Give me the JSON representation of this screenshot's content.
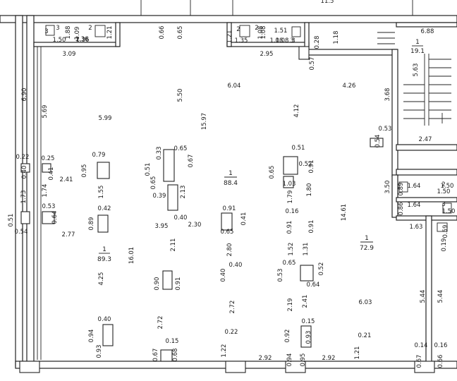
{
  "plan": {
    "rooms": [
      {
        "id": "1",
        "area": "89.3"
      },
      {
        "id": "1",
        "area": "88.4"
      },
      {
        "id": "1",
        "area": "72.9"
      },
      {
        "id": "1",
        "area": "19.1"
      },
      {
        "id": "2",
        "area": "1.09"
      },
      {
        "id": "3",
        "area": "1.36"
      },
      {
        "id": "2",
        "area": "1.08"
      },
      {
        "id": "3",
        "area": "1.08"
      },
      {
        "id": "2",
        "area": "1.50"
      },
      {
        "id": "3",
        "area": "1.50"
      }
    ],
    "labels": [
      "1.88",
      "3",
      "1.50",
      "1.36",
      "1.21",
      "0.66",
      "0.65",
      "3.09",
      "1.21",
      "2",
      "1.08",
      "1.51",
      "1.35",
      "1.08",
      "3",
      "2.95",
      "0.28",
      "1.18",
      "0.57",
      "6.88",
      "5.63",
      "3.68",
      "2.47",
      "0.53",
      "0.54",
      "6.90",
      "5.69",
      "5.99",
      "5.50",
      "6.04",
      "15.97",
      "4.12",
      "4.26",
      "0.22",
      "0.25",
      "0.40",
      "0.41",
      "2.41",
      "1.73",
      "1.74",
      "0.51",
      "0.53",
      "0.64",
      "0.54",
      "2.77",
      "0.79",
      "0.95",
      "1.55",
      "0.42",
      "0.89",
      "0.65",
      "0.33",
      "0.67",
      "0.51",
      "0.65",
      "0.39",
      "2.13",
      "0.40",
      "2.30",
      "3.95",
      "2.11",
      "0.91",
      "0.41",
      "0.65",
      "0.52",
      "0.51",
      "0.65",
      "1.03",
      "0.91",
      "1.80",
      "1.79",
      "0.16",
      "0.91",
      "0.91",
      "14.61",
      "3.50",
      "0.89",
      "1.64",
      "1.50",
      "0.86",
      "1.64",
      "1.63",
      "0.59",
      "0.19",
      "16.01",
      "4.25",
      "2.80",
      "1.52",
      "1.31",
      "0.65",
      "0.52",
      "0.53",
      "0.64",
      "0.40",
      "0.40",
      "0.90",
      "0.91",
      "2.72",
      "2.72",
      "2.19",
      "2.41",
      "6.03",
      "5.44",
      "5.44",
      "0.40",
      "0.94",
      "0.93",
      "0.15",
      "0.67",
      "0.68",
      "0.22",
      "1.22",
      "0.92",
      "0.15",
      "0.94",
      "0.95",
      "0.93",
      "1.21",
      "0.21",
      "0.14",
      "0.16",
      "0.67",
      "0.66",
      "2.92",
      "2.92",
      "11.5"
    ]
  }
}
